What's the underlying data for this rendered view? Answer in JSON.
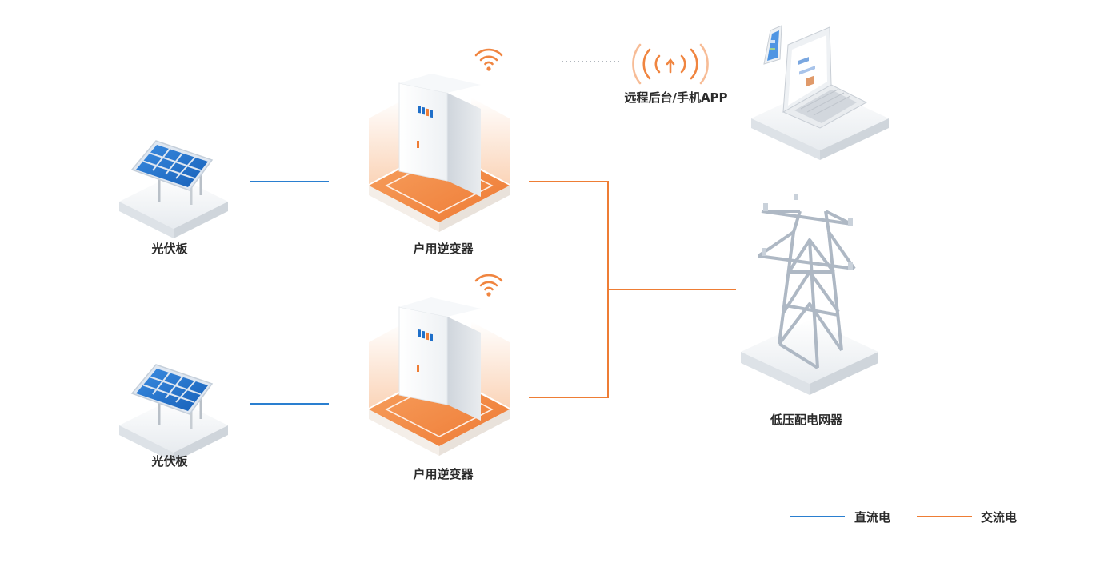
{
  "labels": {
    "solar_top": "光伏板",
    "solar_bottom": "光伏板",
    "inverter_top": "户用逆变器",
    "inverter_bottom": "户用逆变器",
    "remote": "远程后台/手机APP",
    "grid": "低压配电网器"
  },
  "legend": {
    "dc_label": "直流电",
    "ac_label": "交流电"
  },
  "colors": {
    "dc": "#2a7fd0",
    "ac": "#ee7d35",
    "panel_blue": "#1f6fc9",
    "base_orange": "#f08540"
  },
  "icons": {
    "solar": "solar-panel-icon",
    "inverter": "inverter-icon",
    "wifi": "wifi-icon",
    "signal": "signal-icon",
    "laptop": "laptop-icon",
    "tower": "power-tower-icon"
  }
}
